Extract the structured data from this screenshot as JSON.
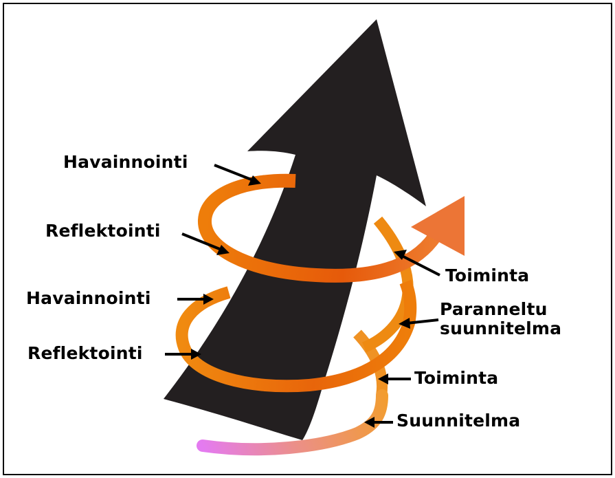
{
  "labels": {
    "havainnointi_1": "Havainnointi",
    "reflektointi_1": "Reflektointi",
    "toiminta_1": "Toiminta",
    "paranneltu_1": "Paranneltu",
    "paranneltu_2": "suunnitelma",
    "havainnointi_2": "Havainnointi",
    "reflektointi_2": "Reflektointi",
    "toiminta_2": "Toiminta",
    "suunnitelma": "Suunnitelma"
  },
  "colors": {
    "arrow": "#231f20",
    "spiral_orange": "#ee7d0a",
    "spiral_dark_orange": "#e35a0a",
    "spiral_light_orange": "#f29d2e",
    "spiral_pink": "#e47bf0",
    "arrowhead": "#ec7536",
    "text": "#000000"
  }
}
